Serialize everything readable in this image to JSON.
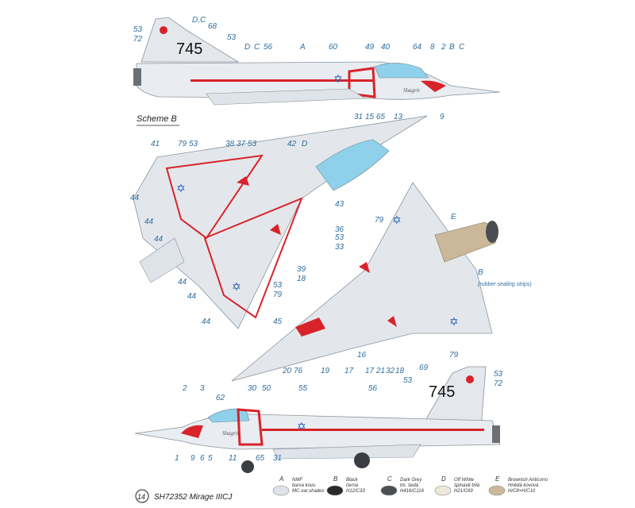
{
  "scheme_label": "Scheme B",
  "aircraft_code": "745",
  "footer": {
    "page_number": "14",
    "title": "SH72352 Mirage IIICJ"
  },
  "top_view_callouts": [
    "53",
    "72",
    "D,C",
    "68",
    "53",
    "D",
    "C",
    "56",
    "A",
    "60",
    "49",
    "40",
    "64",
    "8",
    "2",
    "B",
    "C",
    "31",
    "15",
    "65",
    "13",
    "9"
  ],
  "plan_view_callouts": [
    "41",
    "79",
    "53",
    "38",
    "37",
    "53",
    "42",
    "D",
    "44",
    "44",
    "44",
    "43",
    "36",
    "53",
    "33",
    "44",
    "44",
    "53",
    "79",
    "44",
    "45"
  ],
  "under_view_callouts": [
    "79",
    "E",
    "39",
    "18",
    "B",
    "(rubber sealing strips)",
    "20",
    "76",
    "19",
    "17",
    "16",
    "17",
    "21",
    "32",
    "18",
    "79"
  ],
  "bottom_view_callouts": [
    "2",
    "3",
    "62",
    "30",
    "50",
    "55",
    "56",
    "53",
    "69",
    "53",
    "72",
    "1",
    "9",
    "6",
    "5",
    "11",
    "65",
    "31"
  ],
  "legend": [
    {
      "letter": "A",
      "lines": [
        "NMF",
        "barva kovu",
        "MC-var.shades"
      ],
      "color": "#dfe4ea"
    },
    {
      "letter": "B",
      "lines": [
        "Black",
        "černá",
        "H12/C33"
      ],
      "color": "#2a2a2a"
    },
    {
      "letter": "C",
      "lines": [
        "Dark Grey",
        "tm. šedá",
        "H416/C116"
      ],
      "color": "#4a4d52"
    },
    {
      "letter": "D",
      "lines": [
        "Off White",
        "špinavě bílá",
        "H21/C69"
      ],
      "color": "#ece8dc"
    },
    {
      "letter": "E",
      "lines": [
        "Brownish Anticorro",
        "Hnědá kovová",
        "H/C8+H/C10"
      ],
      "color": "#cbb89a"
    }
  ]
}
